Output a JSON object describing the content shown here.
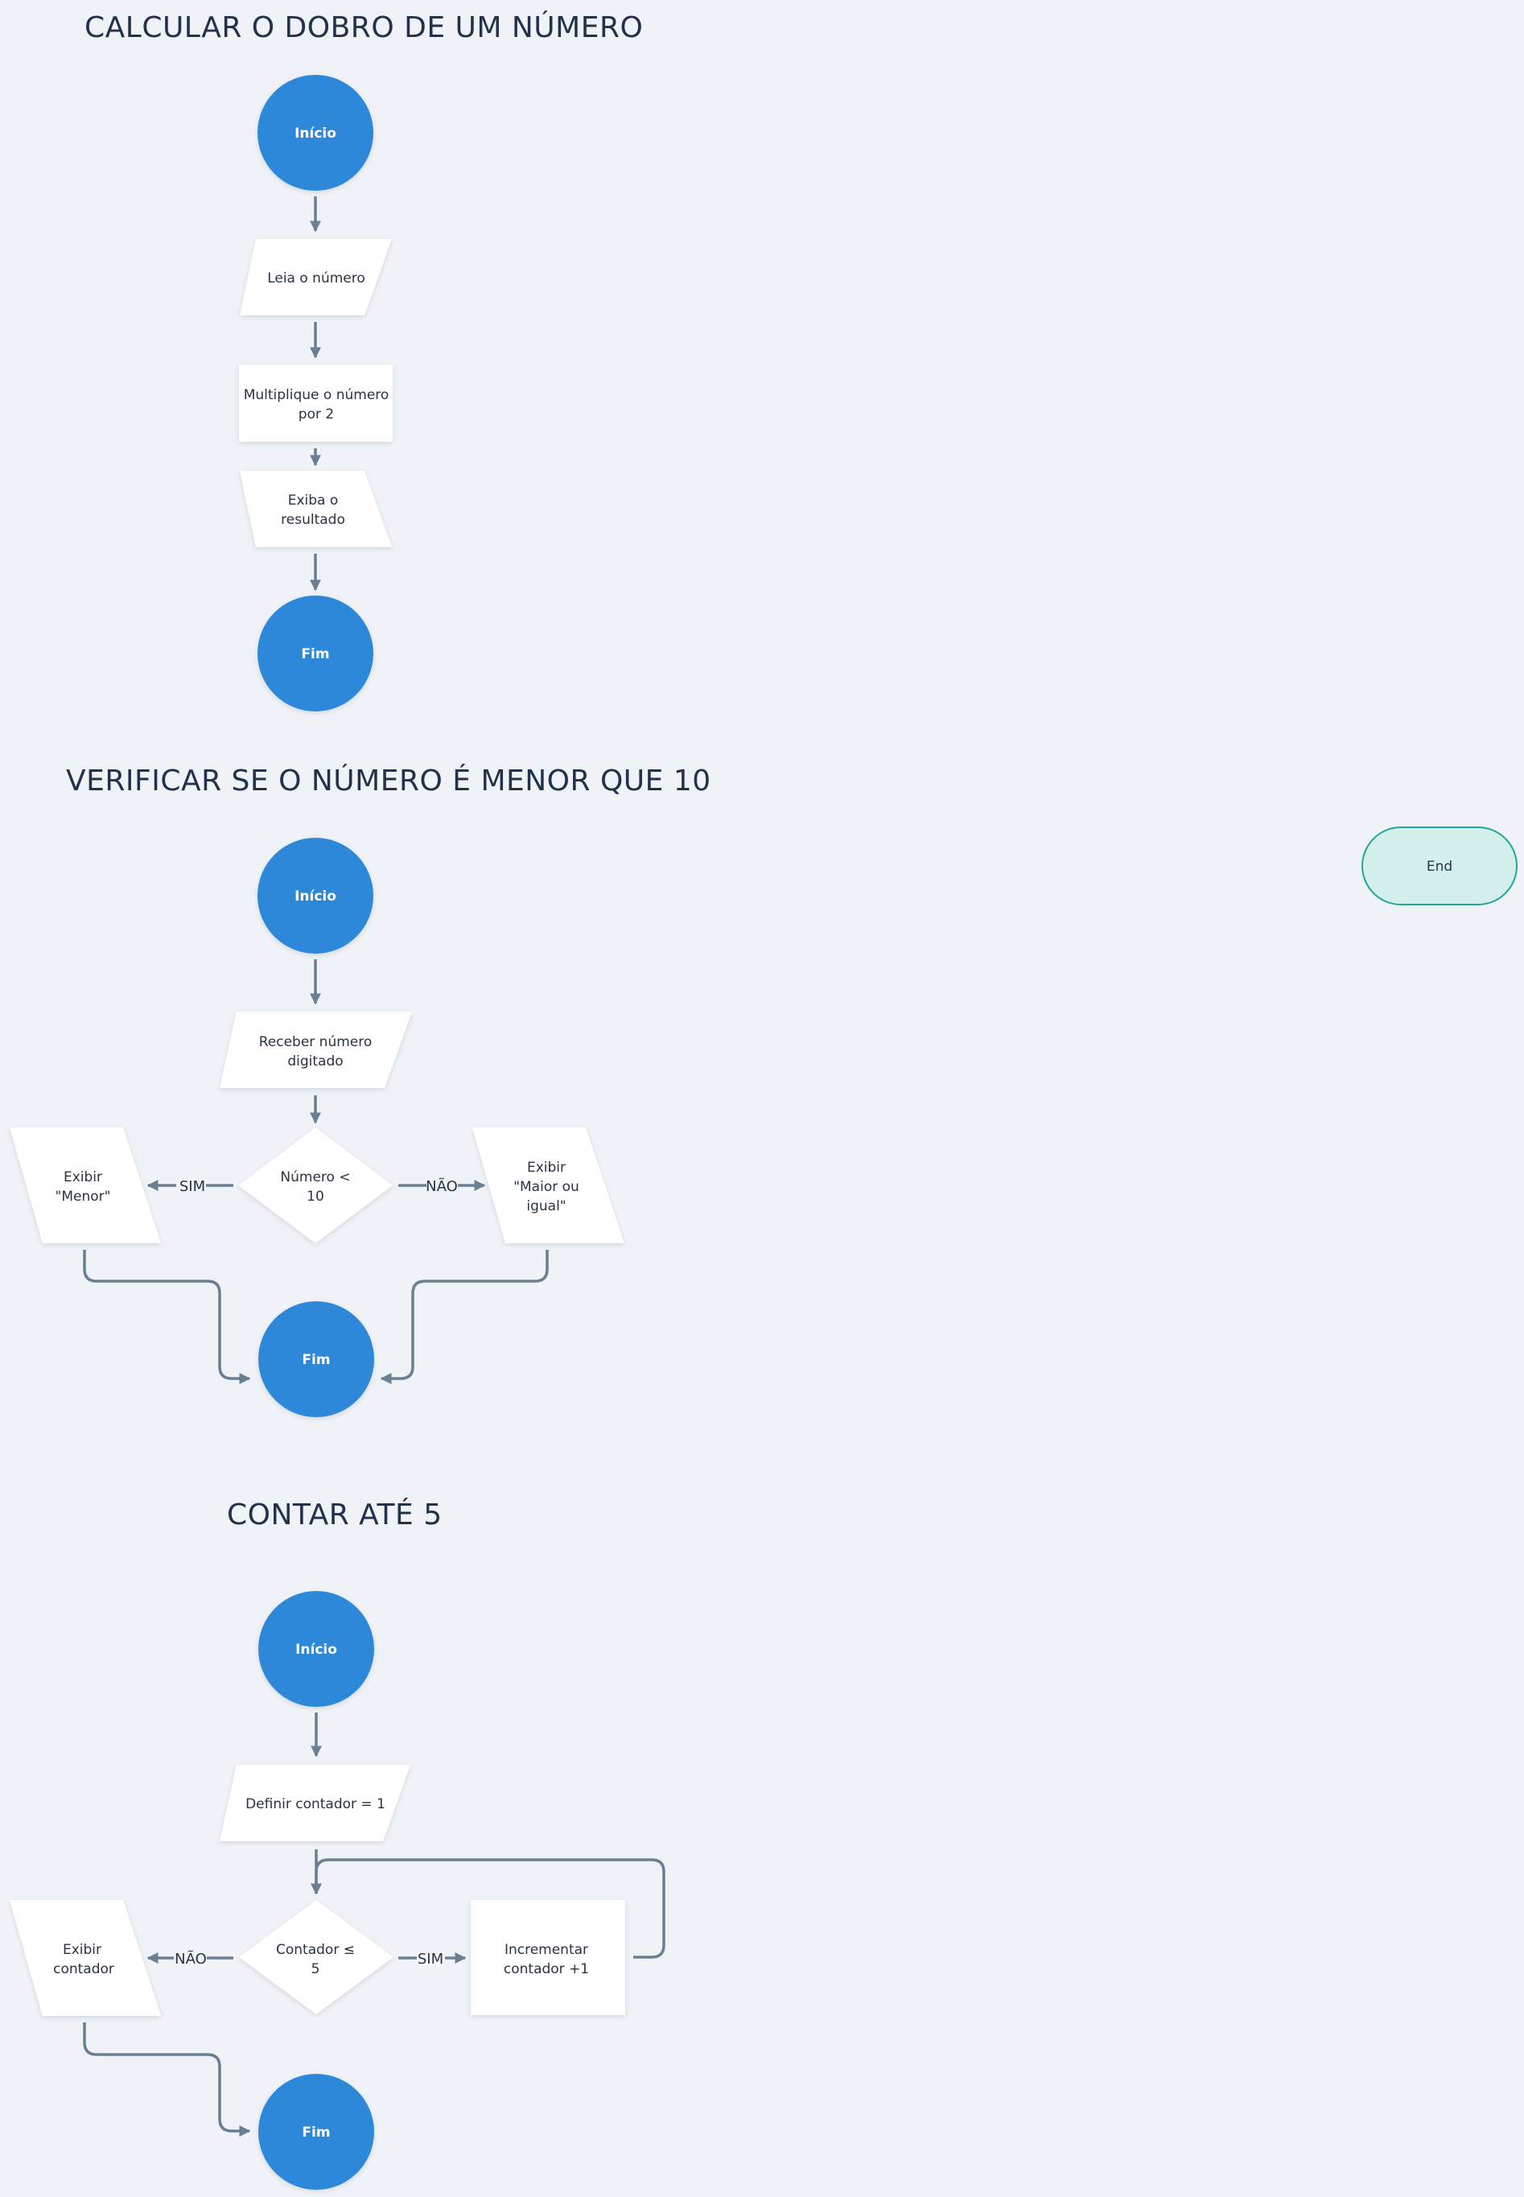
{
  "sections": {
    "double": {
      "title": "CALCULAR O DOBRO DE UM NÚMERO",
      "start": "Início",
      "read": "Leia o número",
      "multiply": [
        "Multiplique o número",
        "por 2"
      ],
      "display": [
        "Exiba o",
        "resultado"
      ],
      "end": "Fim"
    },
    "less_than_10": {
      "title": "VERIFICAR SE O NÚMERO É MENOR QUE 10",
      "start": "Início",
      "receive": [
        "Receber número",
        "digitado"
      ],
      "decision": [
        "Número <",
        "10"
      ],
      "yes_label": "SIM",
      "no_label": "NÃO",
      "show_less": [
        "Exibir",
        "\"Menor\""
      ],
      "show_greater": [
        "Exibir",
        "\"Maior ou",
        "igual\""
      ],
      "end": "Fim"
    },
    "count_to_5": {
      "title": "CONTAR ATÉ 5",
      "start": "Início",
      "set_counter": "Definir contador = 1",
      "decision": [
        "Contador ≤",
        "5"
      ],
      "no_label": "NÃO",
      "yes_label": "SIM",
      "show_counter": [
        "Exibir",
        "contador"
      ],
      "increment": [
        "Incrementar",
        "contador +1"
      ],
      "end": "Fim"
    }
  },
  "stray_node": {
    "label": "End"
  },
  "colors": {
    "background": "#eff3f7",
    "terminal_blue": "#2e88da",
    "connector": "#6b7f92",
    "end_fill": "#d3efec",
    "end_stroke": "#22a596",
    "title": "#23324a"
  }
}
